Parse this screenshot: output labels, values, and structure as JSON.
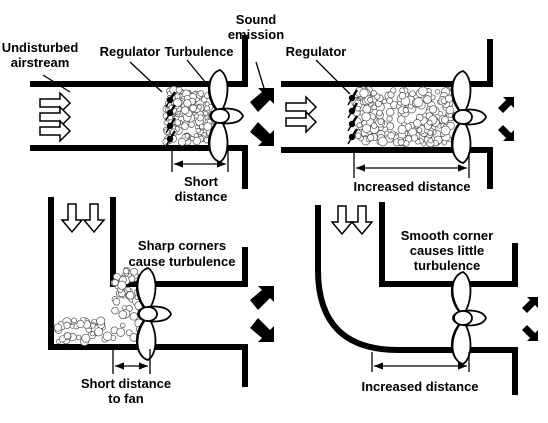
{
  "colors": {
    "ink": "#000000",
    "paper": "#ffffff",
    "bubble_stroke": "#555555"
  },
  "panel_top_left": {
    "label_airstream": [
      "Undisturbed",
      "airstream"
    ],
    "label_regulator": "Regulator",
    "label_turbulence": "Turbulence",
    "label_sound": [
      "Sound",
      "emission"
    ],
    "label_distance": [
      "Short",
      "distance"
    ]
  },
  "panel_top_right": {
    "label_regulator": "Regulator",
    "label_distance": "Increased distance"
  },
  "panel_bottom_left": {
    "label_corner": [
      "Sharp corners",
      "cause turbulence"
    ],
    "label_distance": [
      "Short distance",
      "to fan"
    ]
  },
  "panel_bottom_right": {
    "label_corner": [
      "Smooth corner",
      "causes little",
      "turbulence"
    ],
    "label_distance": "Increased distance"
  },
  "icons": [
    "outline-arrow-icon",
    "solid-arrow-icon",
    "fan-icon",
    "regulator-icon",
    "turbulence-icon"
  ]
}
